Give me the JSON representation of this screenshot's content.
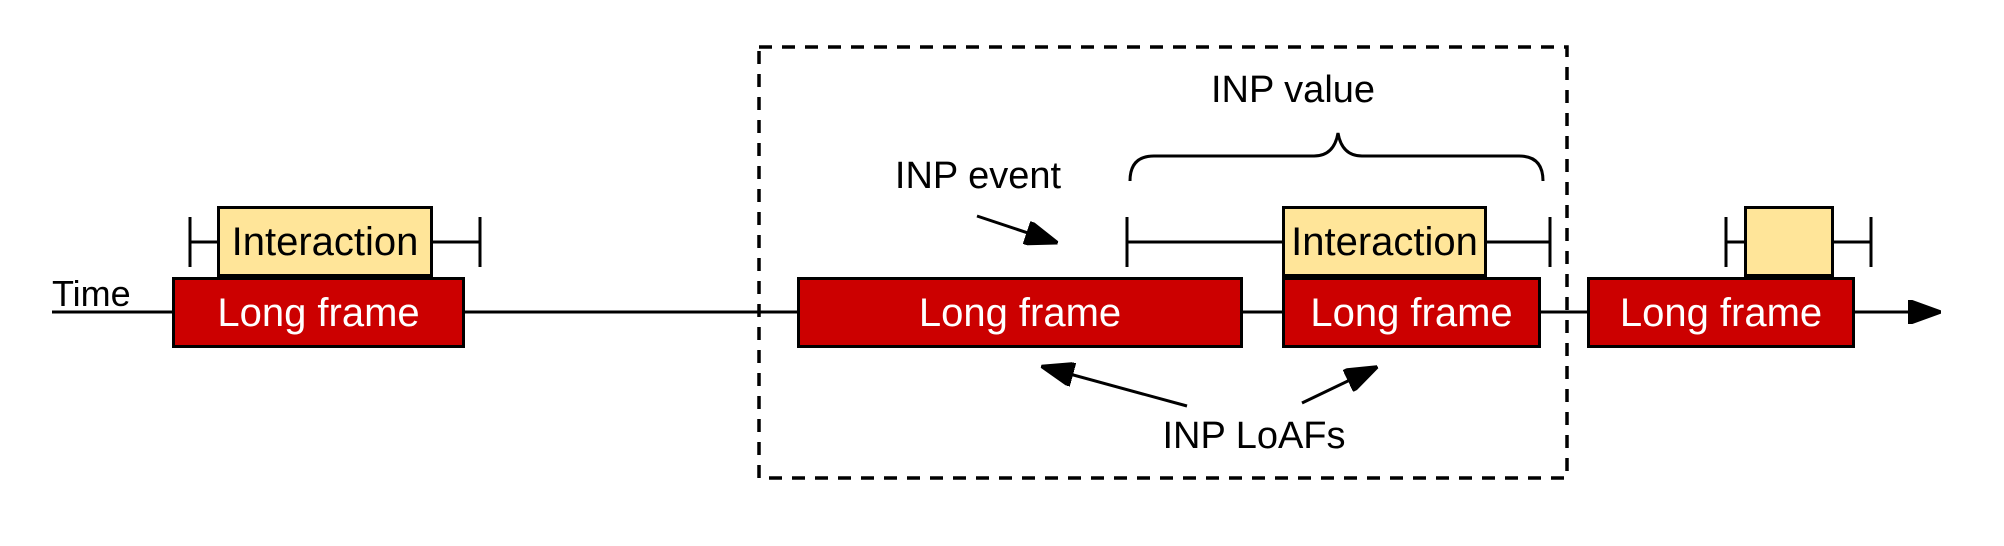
{
  "diagram": {
    "timeline_label": "Time",
    "long_frame_label": "Long frame",
    "interaction_label": "Interaction",
    "annotations": {
      "inp_event": "INP event",
      "inp_value": "INP value",
      "inp_loafs": "INP LoAFs"
    },
    "colors": {
      "long_frame_fill": "#cc0000",
      "interaction_fill": "#ffe599",
      "outline": "#000000",
      "frame_text": "#ffffff"
    }
  }
}
